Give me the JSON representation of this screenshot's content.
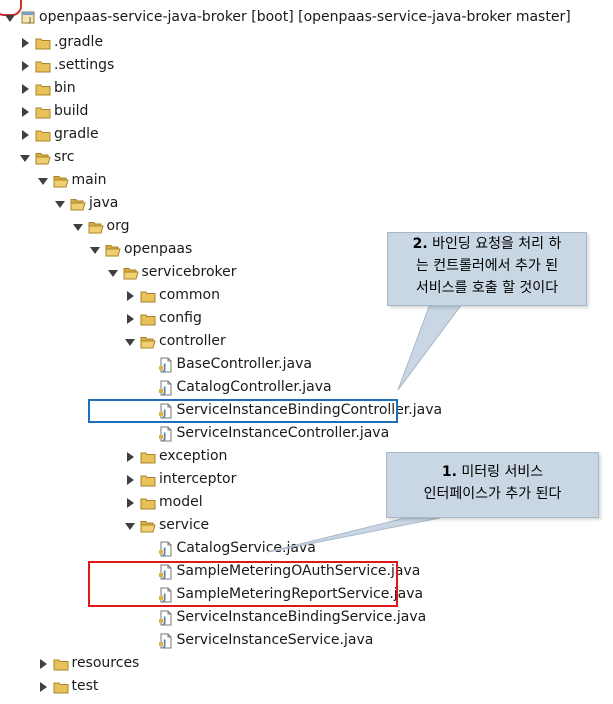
{
  "project": {
    "label": "openpaas-service-java-broker [boot] [openpaas-service-java-broker master]"
  },
  "tree": [
    {
      "label": ".gradle",
      "state": "collapsed",
      "icon": "folder-icon"
    },
    {
      "label": ".settings",
      "state": "collapsed",
      "icon": "folder-icon"
    },
    {
      "label": "bin",
      "state": "collapsed",
      "icon": "folder-icon"
    },
    {
      "label": "build",
      "state": "collapsed",
      "icon": "folder-icon"
    },
    {
      "label": "gradle",
      "state": "collapsed",
      "icon": "folder-icon"
    },
    {
      "label": "src",
      "state": "expanded",
      "icon": "folder-open-icon"
    },
    {
      "label": "main",
      "state": "expanded",
      "icon": "folder-open-icon"
    },
    {
      "label": "java",
      "state": "expanded",
      "icon": "folder-open-icon"
    },
    {
      "label": "org",
      "state": "expanded",
      "icon": "folder-open-icon"
    },
    {
      "label": "openpaas",
      "state": "expanded",
      "icon": "folder-open-icon"
    },
    {
      "label": "servicebroker",
      "state": "expanded",
      "icon": "folder-open-icon"
    },
    {
      "label": "common",
      "state": "collapsed",
      "icon": "folder-icon"
    },
    {
      "label": "config",
      "state": "collapsed",
      "icon": "folder-icon"
    },
    {
      "label": "controller",
      "state": "expanded",
      "icon": "folder-open-icon"
    },
    {
      "label": "BaseController.java",
      "state": "leaf",
      "icon": "java-file-icon"
    },
    {
      "label": "CatalogController.java",
      "state": "leaf",
      "icon": "java-file-icon"
    },
    {
      "label": "ServiceInstanceBindingController.java",
      "state": "leaf",
      "icon": "java-file-icon"
    },
    {
      "label": "ServiceInstanceController.java",
      "state": "leaf",
      "icon": "java-file-icon"
    },
    {
      "label": "exception",
      "state": "collapsed",
      "icon": "folder-icon"
    },
    {
      "label": "interceptor",
      "state": "collapsed",
      "icon": "folder-icon"
    },
    {
      "label": "model",
      "state": "collapsed",
      "icon": "folder-icon"
    },
    {
      "label": "service",
      "state": "expanded",
      "icon": "folder-open-icon"
    },
    {
      "label": "CatalogService.java",
      "state": "leaf",
      "icon": "java-file-icon"
    },
    {
      "label": "SampleMeteringOAuthService.java",
      "state": "leaf",
      "icon": "java-file-icon"
    },
    {
      "label": "SampleMeteringReportService.java",
      "state": "leaf",
      "icon": "java-file-icon"
    },
    {
      "label": "ServiceInstanceBindingService.java",
      "state": "leaf",
      "icon": "java-file-icon"
    },
    {
      "label": "ServiceInstanceService.java",
      "state": "leaf",
      "icon": "java-file-icon"
    },
    {
      "label": "resources",
      "state": "collapsed",
      "icon": "folder-icon"
    },
    {
      "label": "test",
      "state": "collapsed",
      "icon": "folder-icon"
    }
  ],
  "callouts": {
    "top": {
      "number": "2.",
      "lines": [
        "바인딩 요청을 처리 하",
        "는 컨트롤러에서 추가 된",
        "서비스를 호출 할 것이다"
      ]
    },
    "bottom": {
      "number": "1.",
      "lines": [
        "미터링 서비스",
        "인터페이스가 추가 된다"
      ]
    }
  },
  "colors": {
    "highlight_blue": "#1d6fb8",
    "highlight_red": "#e01818",
    "callout_fill": "#c9d7e5",
    "folder": "#e8c15a"
  }
}
